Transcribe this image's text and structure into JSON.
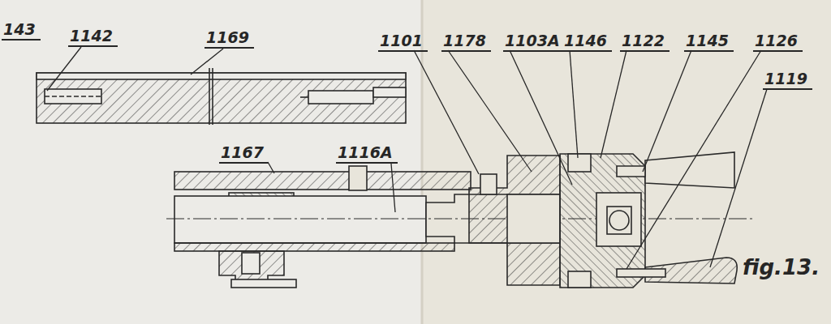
{
  "diagram": {
    "labels": [
      "143",
      "1142",
      "1169",
      "1101",
      "1178",
      "1103A",
      "1146",
      "1122",
      "1145",
      "1126",
      "1119",
      "1167",
      "1116A",
      "fig.13."
    ]
  }
}
